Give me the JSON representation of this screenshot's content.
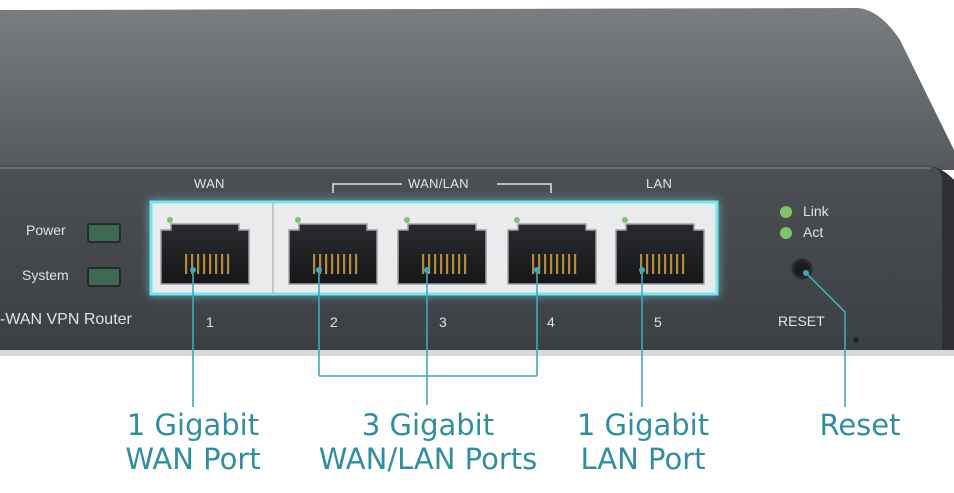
{
  "device": {
    "model_text": "-WAN VPN Router",
    "indicators": [
      {
        "label": "Power"
      },
      {
        "label": "System"
      }
    ],
    "group_labels": {
      "wan": "WAN",
      "wan_lan": "WAN/LAN",
      "lan": "LAN"
    },
    "ports": [
      {
        "number": "1"
      },
      {
        "number": "2"
      },
      {
        "number": "3"
      },
      {
        "number": "4"
      },
      {
        "number": "5"
      }
    ],
    "status_leds": {
      "link": "Link",
      "act": "Act"
    },
    "reset_label": "RESET",
    "colors": {
      "chassis": "#4a4d51",
      "highlight": "#6fe6f2",
      "callout": "#2f8fa0",
      "led_green": "#7fc46a"
    }
  },
  "callouts": [
    {
      "line1": "1 Gigabit",
      "line2": "WAN Port"
    },
    {
      "line1": "3 Gigabit",
      "line2": "WAN/LAN Ports"
    },
    {
      "line1": "1 Gigabit",
      "line2": "LAN Port"
    },
    {
      "line1": "Reset",
      "line2": ""
    }
  ]
}
